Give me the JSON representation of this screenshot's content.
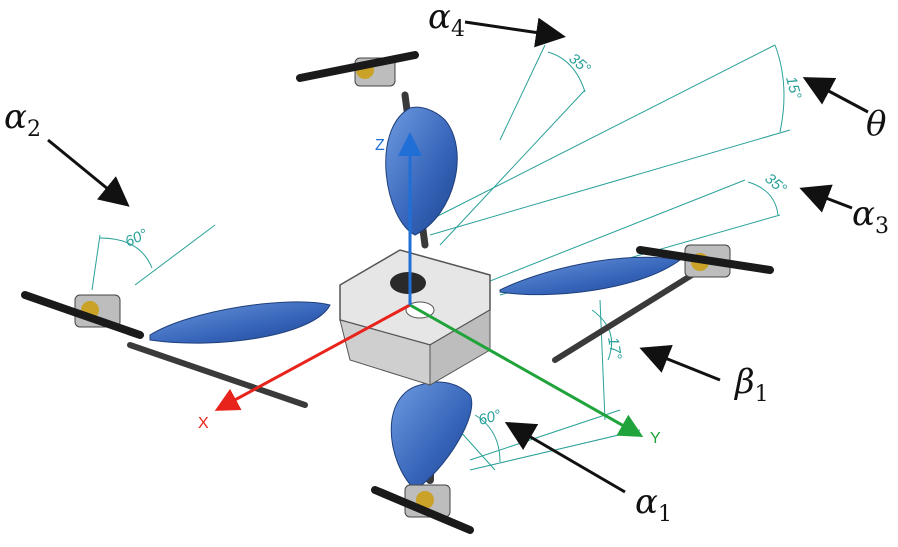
{
  "labels": {
    "alpha4": {
      "base": "α",
      "sub": "4"
    },
    "alpha2": {
      "base": "α",
      "sub": "2"
    },
    "alpha3": {
      "base": "α",
      "sub": "3"
    },
    "alpha1": {
      "base": "α",
      "sub": "1"
    },
    "theta": {
      "base": "θ",
      "sub": ""
    },
    "beta1": {
      "base": "β",
      "sub": "1"
    }
  },
  "angles": {
    "alpha4": "35°",
    "theta": "15°",
    "alpha3": "35°",
    "alpha2": "60°",
    "beta1": "17°",
    "alpha1": "60°"
  },
  "axes": {
    "x": "X",
    "y": "Y",
    "z": "Z"
  },
  "colors": {
    "x_axis": "#e8231b",
    "y_axis": "#1fa33a",
    "z_axis": "#1f6fd6",
    "blade": "#3b6fc4",
    "dimension": "#2aa198",
    "arm": "#3a3a3a"
  }
}
